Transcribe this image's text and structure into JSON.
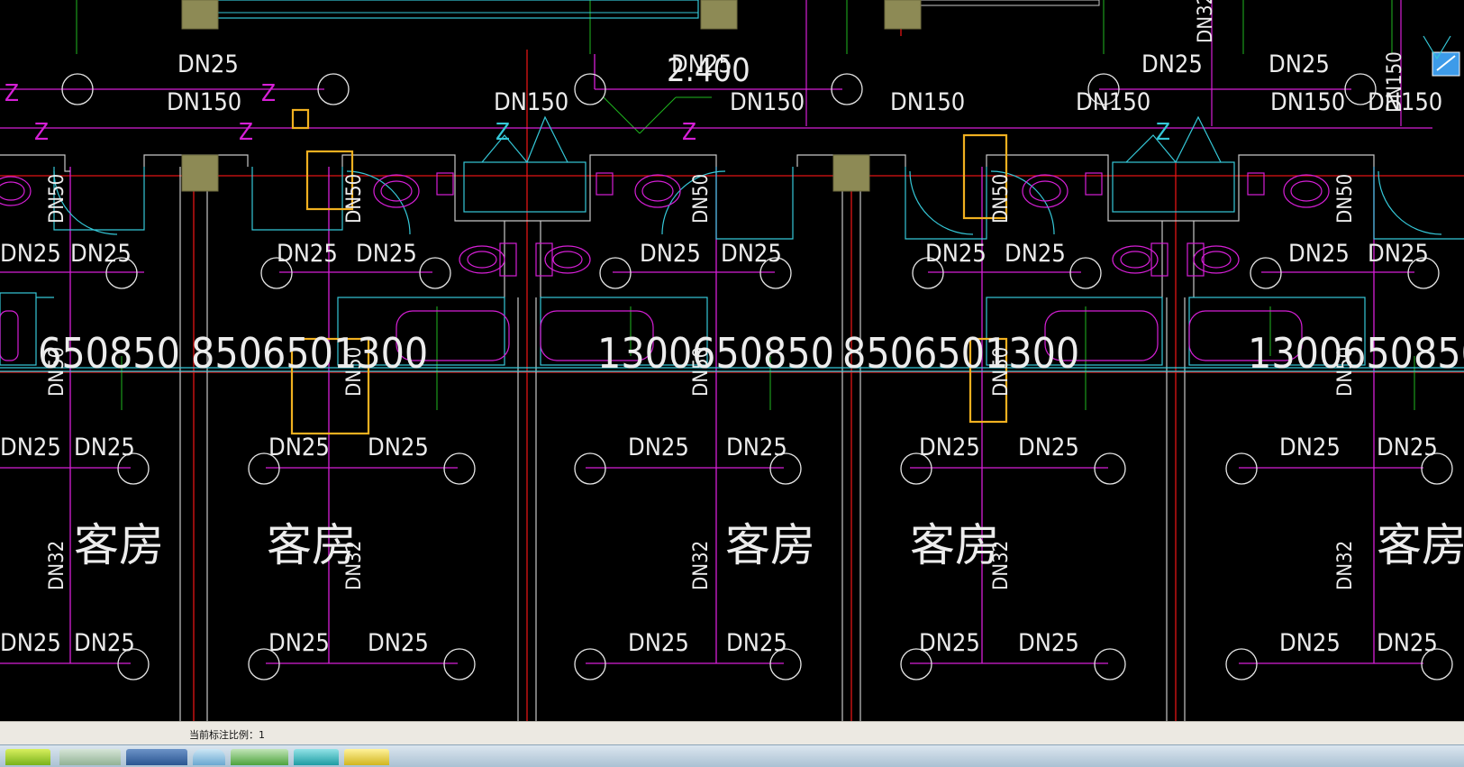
{
  "drawing": {
    "pipe_sizes": {
      "dn25": "DN25",
      "dn32": "DN32",
      "dn50": "DN50",
      "dn150": "DN150"
    },
    "room_label": "客房",
    "elevation": "2.400",
    "dims": {
      "d1": "650850",
      "d2": "8506501300",
      "d3": "1300"
    },
    "z_mark": "Z",
    "colors": {
      "background": "#000000",
      "pipe_magenta": "#d61fd6",
      "fixture_cyan": "#35c8d8",
      "axis_red": "#e01414",
      "grid_green": "#1fb81f",
      "wall_gray": "#c8c8c8",
      "selection_yellow": "#f0b020",
      "column_olive": "#8d8a55"
    }
  },
  "status_bar": {
    "scale_text": "当前标注比例：1"
  },
  "taskbar": {
    "items": [
      "app-icon-1",
      "app-icon-2",
      "app-icon-3",
      "app-icon-4",
      "app-icon-5",
      "app-icon-6",
      "app-icon-7"
    ]
  }
}
